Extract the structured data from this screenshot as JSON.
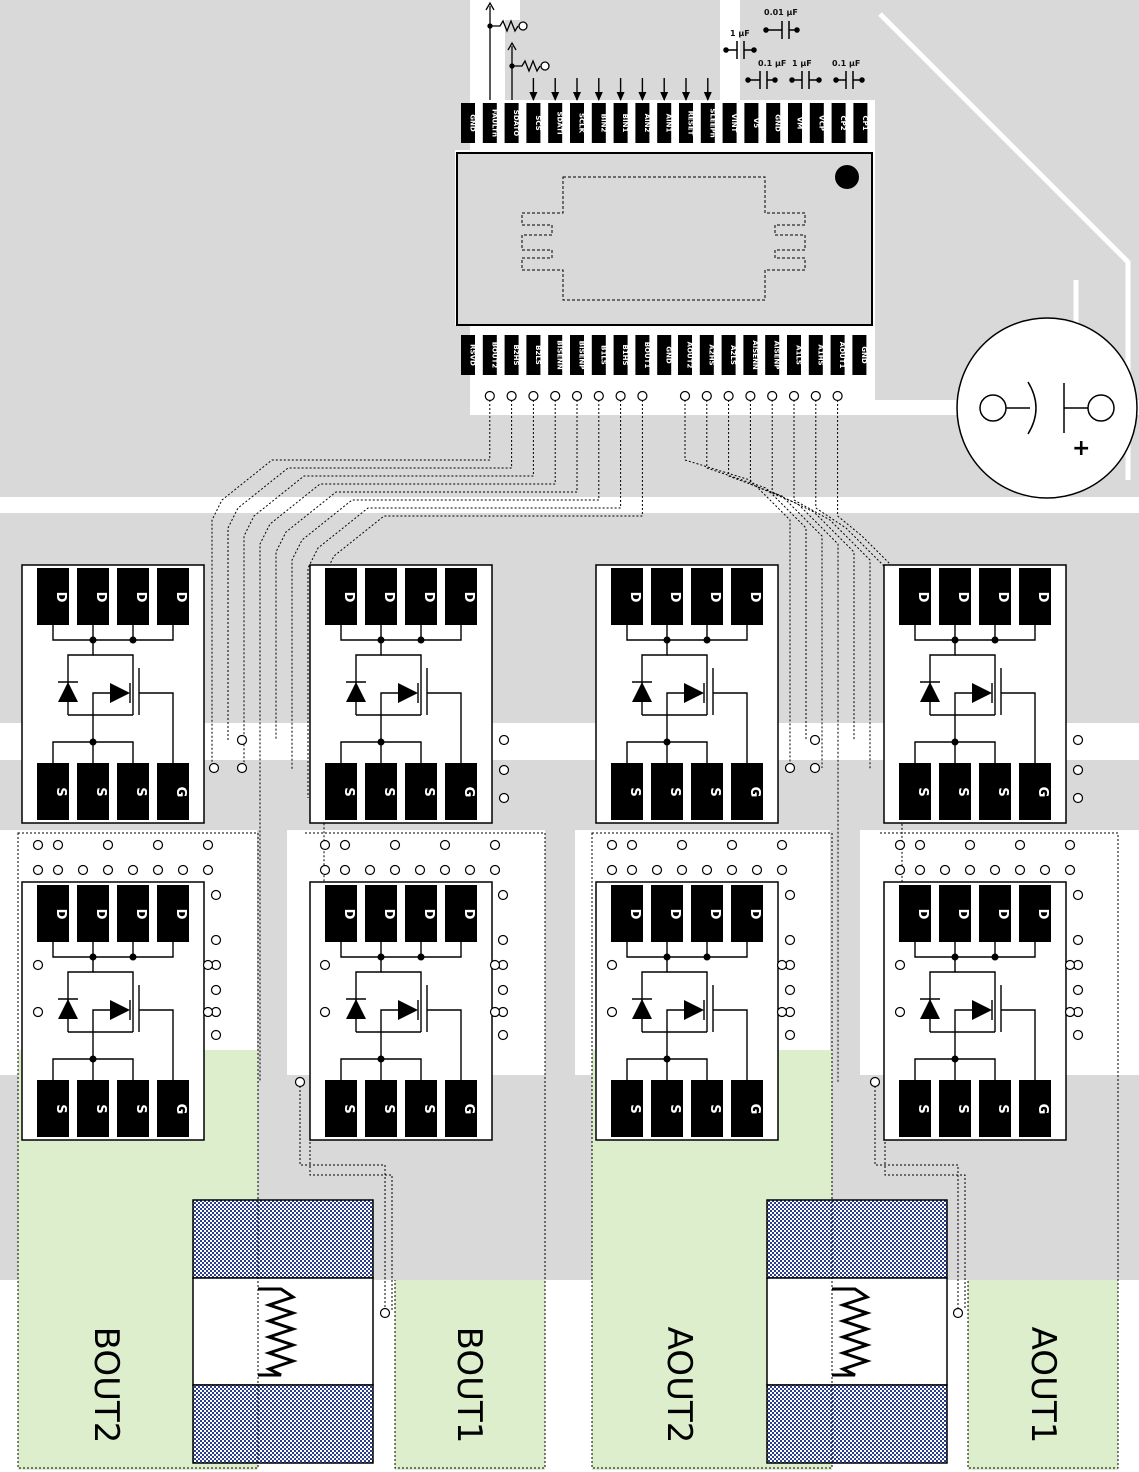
{
  "colors": {
    "copper": "#d9d9d9",
    "green": "#ddeecc",
    "black": "#000000",
    "white": "#ffffff",
    "hatch": "#2a3f8f"
  },
  "ic": {
    "top_pins": [
      "GND",
      "FAULTn",
      "SDATO",
      "SCS",
      "SDATI",
      "SCLK",
      "BIN2",
      "BIN1",
      "AIN2",
      "AIN1",
      "RESET",
      "SLEEPn",
      "VINT",
      "V5",
      "GND",
      "VM",
      "VCP",
      "CP2",
      "CP1"
    ],
    "bottom_pins_left": [
      "RSVD",
      "BOUT2",
      "B2HS",
      "B2LS",
      "BISENN",
      "BISENP",
      "B1LS",
      "B1HS",
      "BOUT1",
      "GND"
    ],
    "bottom_pins_right": [
      "AOUT2",
      "A2HS",
      "A2LS",
      "AISENN",
      "AISENP",
      "A1LS",
      "A1HS",
      "AOUT1",
      "GND"
    ]
  },
  "capacitors": [
    {
      "id": "c-0u01",
      "label": "0.01 µF"
    },
    {
      "id": "c-1u-a",
      "label": "1 µF"
    },
    {
      "id": "c-0u1-a",
      "label": "0.1 µF"
    },
    {
      "id": "c-1u-b",
      "label": "1 µF"
    },
    {
      "id": "c-0u1-b",
      "label": "0.1 µF"
    }
  ],
  "mosfet": {
    "drain": "D",
    "source": "S",
    "gate": "G"
  },
  "bulk_cap": {
    "polarity": "+"
  },
  "outputs": {
    "bout2": "BOUT2",
    "bout1": "BOUT1",
    "aout2": "AOUT2",
    "aout1": "AOUT1"
  },
  "icons": [
    "mosfet-icon",
    "diode-icon",
    "capacitor-icon",
    "resistor-icon",
    "via-icon",
    "polarized-capacitor-icon",
    "pull-up-resistor-icon"
  ]
}
